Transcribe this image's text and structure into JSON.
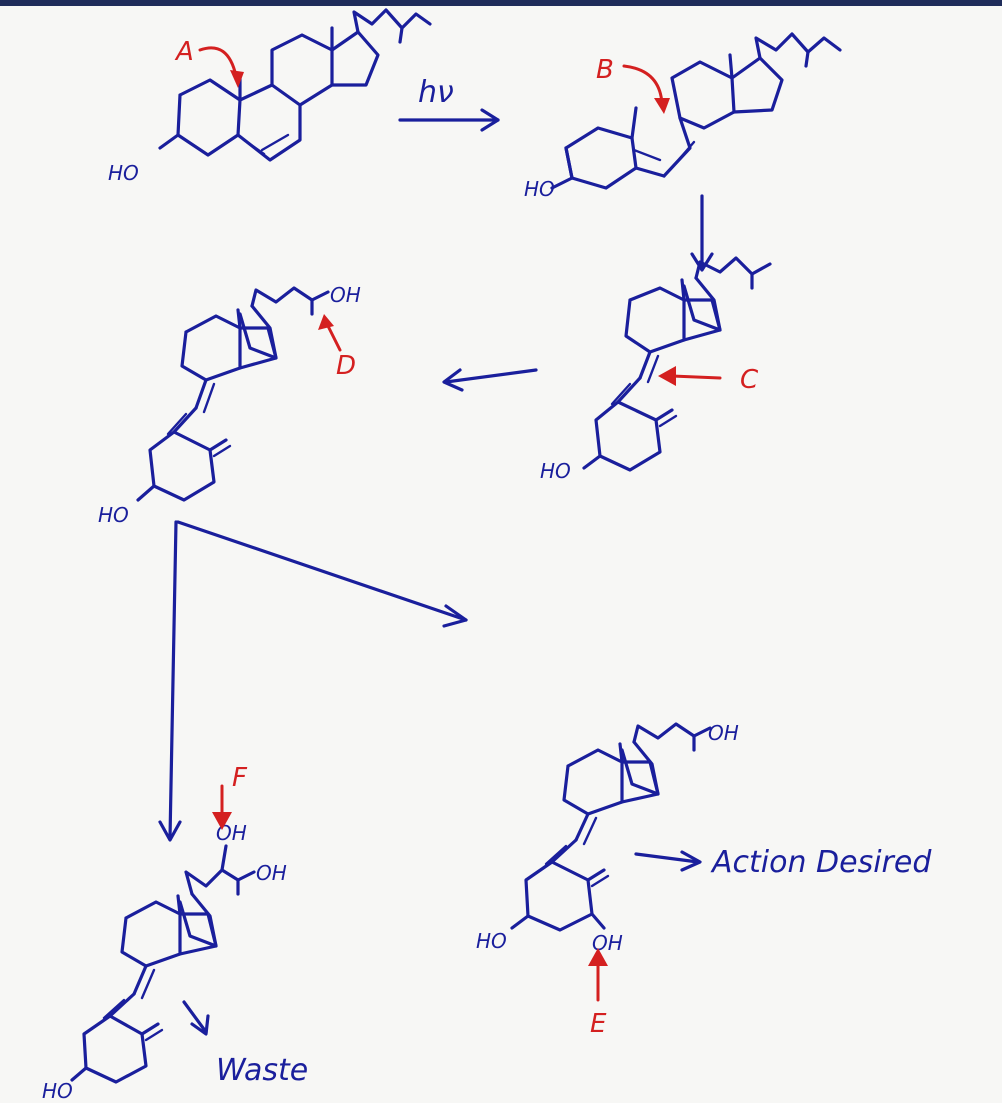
{
  "labels": {
    "marker_a": "A",
    "marker_b": "B",
    "marker_c": "C",
    "marker_d": "D",
    "marker_e": "E",
    "marker_f": "F",
    "hv": "hν",
    "ho": "HO",
    "oh": "OH",
    "action": "Action Desired",
    "waste": "Waste"
  },
  "colors": {
    "ink": "#1a1f9c",
    "marker": "#d42020",
    "paper": "#f7f7f5"
  }
}
